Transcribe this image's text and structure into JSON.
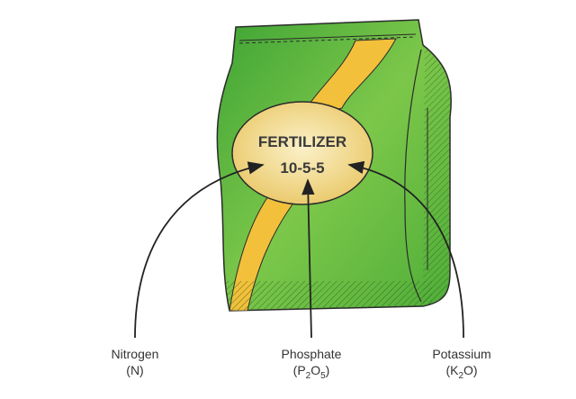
{
  "bag": {
    "title": "FERTILIZER",
    "ratio": "10-5-5",
    "colors": {
      "bag": "#5cb83c",
      "stripe": "#f2c03a",
      "label": "#f6e3a0",
      "outline": "#2b2b2b"
    }
  },
  "nutrients": [
    {
      "name": "Nitrogen",
      "formula": "(N)"
    },
    {
      "name": "Phosphate",
      "formula_pre": "(P",
      "sub1": "2",
      "mid": "O",
      "sub2": "5",
      "post": ")"
    },
    {
      "name": "Potassium",
      "formula_pre": "(K",
      "sub1": "2",
      "post": "O)"
    }
  ]
}
